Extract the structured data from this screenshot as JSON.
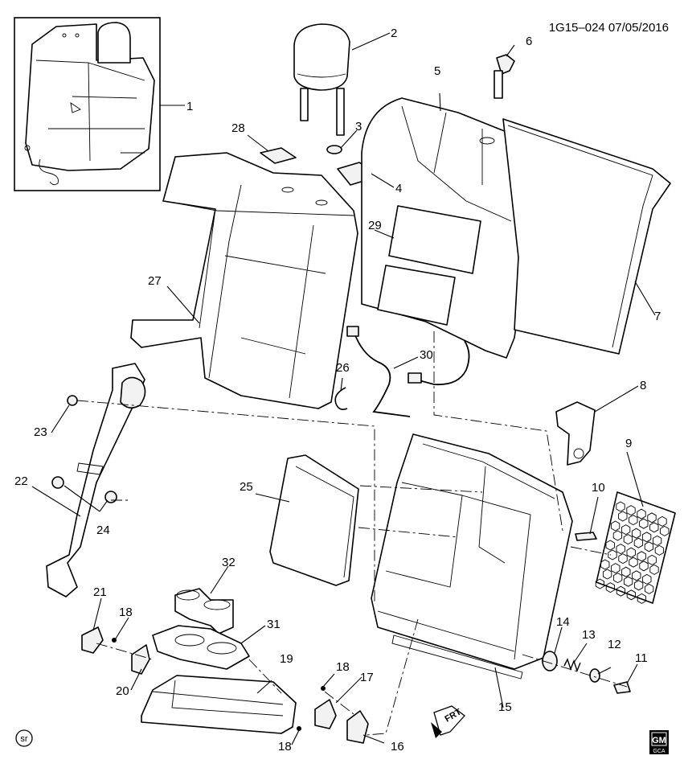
{
  "header": {
    "code": "1G15–024  07/05/2016"
  },
  "callouts": [
    {
      "id": "c1",
      "label": "1"
    },
    {
      "id": "c2",
      "label": "2"
    },
    {
      "id": "c3",
      "label": "3"
    },
    {
      "id": "c4",
      "label": "4"
    },
    {
      "id": "c5",
      "label": "5"
    },
    {
      "id": "c6",
      "label": "6"
    },
    {
      "id": "c7",
      "label": "7"
    },
    {
      "id": "c8",
      "label": "8"
    },
    {
      "id": "c9",
      "label": "9"
    },
    {
      "id": "c10",
      "label": "10"
    },
    {
      "id": "c11",
      "label": "11"
    },
    {
      "id": "c12",
      "label": "12"
    },
    {
      "id": "c13",
      "label": "13"
    },
    {
      "id": "c14",
      "label": "14"
    },
    {
      "id": "c15",
      "label": "15"
    },
    {
      "id": "c16",
      "label": "16"
    },
    {
      "id": "c17",
      "label": "17"
    },
    {
      "id": "c18a",
      "label": "18"
    },
    {
      "id": "c18b",
      "label": "18"
    },
    {
      "id": "c18c",
      "label": "18"
    },
    {
      "id": "c19",
      "label": "19"
    },
    {
      "id": "c20",
      "label": "20"
    },
    {
      "id": "c21",
      "label": "21"
    },
    {
      "id": "c22",
      "label": "22"
    },
    {
      "id": "c23",
      "label": "23"
    },
    {
      "id": "c24",
      "label": "24"
    },
    {
      "id": "c25",
      "label": "25"
    },
    {
      "id": "c26",
      "label": "26"
    },
    {
      "id": "c27",
      "label": "27"
    },
    {
      "id": "c28",
      "label": "28"
    },
    {
      "id": "c29",
      "label": "29"
    },
    {
      "id": "c30",
      "label": "30"
    },
    {
      "id": "c31",
      "label": "31"
    },
    {
      "id": "c32",
      "label": "32"
    }
  ],
  "marks": {
    "sr": "sr",
    "front_arrow": "FRT",
    "gm_logo_top": "GM",
    "gm_logo_bottom": "GCA"
  }
}
